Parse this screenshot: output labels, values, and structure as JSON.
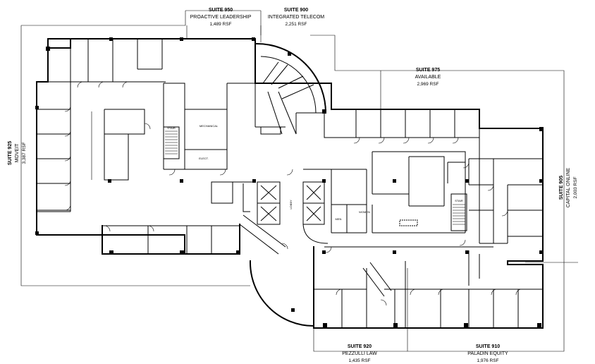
{
  "suites": [
    {
      "id": "950",
      "title": "SUITE 950",
      "tenant": "PROACTIVE LEADERSHIP",
      "area": "1,489 RSF"
    },
    {
      "id": "900",
      "title": "SUITE 900",
      "tenant": "INTEGRATED TELECOM",
      "area": "2,251 RSF"
    },
    {
      "id": "975",
      "title": "SUITE 975",
      "tenant": "AVAILABLE",
      "area": "2,969 RSF"
    },
    {
      "id": "925",
      "title": "SUITE 925",
      "tenant": "MOVEIT",
      "area": "3,387 RSF"
    },
    {
      "id": "905",
      "title": "SUITE 905",
      "tenant": "CAPITAL ONLINE",
      "area": "2,003 RSF"
    },
    {
      "id": "920",
      "title": "SUITE 920",
      "tenant": "PEZZULLI LAW",
      "area": "1,435 RSF"
    },
    {
      "id": "910",
      "title": "SUITE 910",
      "tenant": "PALADIN EQUITY",
      "area": "1,976 RSF"
    }
  ],
  "rooms": {
    "mechanical": "MECHANICAL",
    "elect": "ELECT.",
    "lobby": "LOBBY",
    "men": "MEN",
    "women": "WOMEN",
    "stair_left": "STAIR",
    "stair_right": "STAIR"
  }
}
